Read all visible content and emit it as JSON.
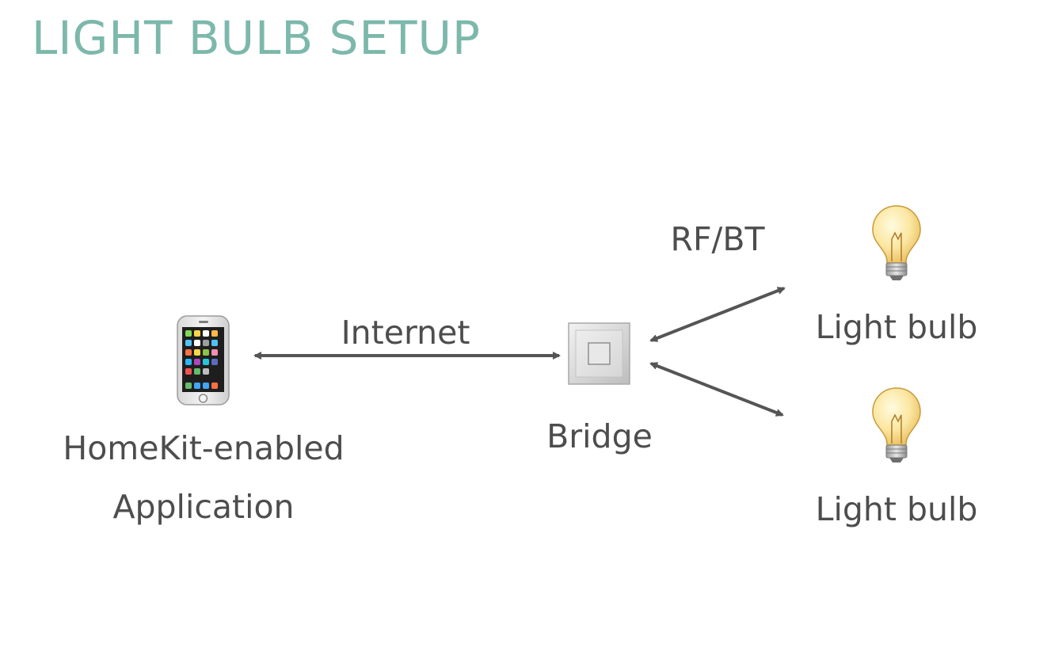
{
  "slide": {
    "title": "LIGHT BULB SETUP"
  },
  "nodes": {
    "app": {
      "label_line1": "HomeKit-enabled",
      "label_line2": "Application",
      "icon": "smartphone-icon"
    },
    "bridge": {
      "label": "Bridge",
      "icon": "bridge-icon"
    },
    "bulb_top": {
      "label": "Light bulb",
      "icon": "light-bulb-icon"
    },
    "bulb_bottom": {
      "label": "Light bulb",
      "icon": "light-bulb-icon"
    }
  },
  "edges": {
    "internet": {
      "label": "Internet"
    },
    "radio": {
      "label": "RF/BT"
    }
  },
  "colors": {
    "title": "#7cb8ab",
    "text": "#4d4d4d",
    "arrow": "#555555"
  }
}
